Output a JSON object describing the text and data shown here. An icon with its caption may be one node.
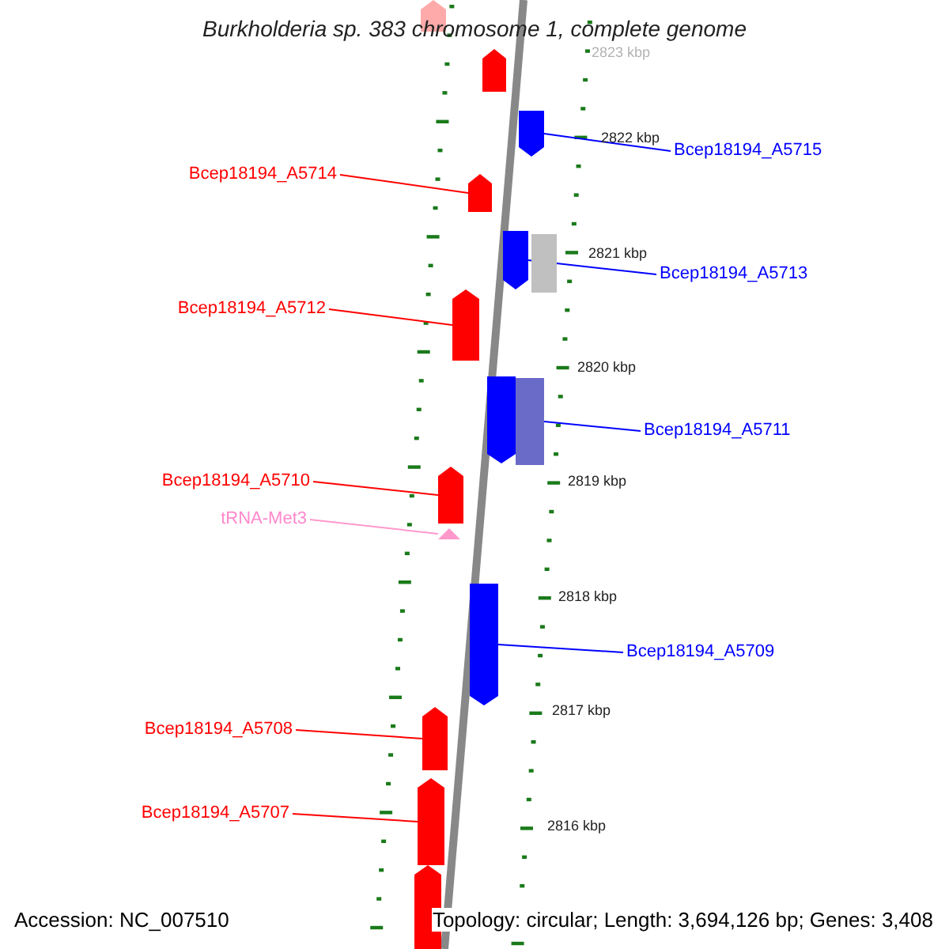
{
  "diagram": {
    "title": "Burkholderia sp. 383 chromosome 1, complete genome",
    "nodes": [
      {
        "text": [],
        "shape": "pentagon"
      },
      {
        "text": [],
        "shape": "pentagon"
      },
      {
        "text": [],
        "shape": "pentagon"
      },
      {
        "text": [],
        "shape": "pentagon"
      },
      {
        "text": [],
        "shape": "pentagon"
      },
      {
        "text": [],
        "shape": "box"
      },
      {
        "text": [],
        "shape": "pentagon"
      },
      {
        "text": [],
        "shape": "pentagon"
      },
      {
        "text": [],
        "shape": "box"
      },
      {
        "text": [],
        "shape": "pentagon"
      },
      {
        "text": [],
        "shape": "triangle"
      },
      {
        "text": [],
        "shape": "pentagon"
      },
      {
        "text": [],
        "shape": "pentagon"
      },
      {
        "text": [],
        "shape": "pentagon"
      },
      {
        "text": [],
        "shape": "pentagon"
      },
      {
        "text": [
          "Bcep18194_A5715"
        ]
      },
      {
        "text": [
          "Bcep18194_A5714"
        ]
      },
      {
        "text": [
          "Bcep18194_A5713"
        ]
      },
      {
        "text": [
          "Bcep18194_A5712"
        ]
      },
      {
        "text": [
          "Bcep18194_A5711"
        ]
      },
      {
        "text": [
          "Bcep18194_A5710"
        ]
      },
      {
        "text": [
          "tRNA-Met3"
        ]
      },
      {
        "text": [
          "Bcep18194_A5709"
        ]
      },
      {
        "text": [
          "Bcep18194_A5708"
        ]
      },
      {
        "text": [
          "Bcep18194_A5707"
        ]
      }
    ],
    "edges": [
      {
        "from": 15,
        "to": 2,
        "arrow": "none",
        "color": "#0000ff"
      },
      {
        "from": 16,
        "to": 3,
        "arrow": "none"
      },
      {
        "from": 17,
        "to": 4,
        "arrow": "none",
        "color": "#0000ff"
      },
      {
        "from": 18,
        "to": 6,
        "arrow": "none"
      },
      {
        "from": 19,
        "to": 8,
        "arrow": "none",
        "color": "#0000ff"
      },
      {
        "from": 20,
        "to": 9,
        "arrow": "none"
      },
      {
        "from": 21,
        "to": 10,
        "arrow": "none",
        "color": "#ff99cc"
      },
      {
        "from": 22,
        "to": 11,
        "arrow": "none",
        "color": "#0000ff"
      },
      {
        "from": 23,
        "to": 12,
        "arrow": "none"
      },
      {
        "from": 24,
        "to": 13,
        "arrow": "none"
      }
    ],
    "labels": [
      "2823 kbp",
      "2822 kbp",
      "2821 kbp",
      "2820 kbp",
      "2819 kbp",
      "2818 kbp",
      "2817 kbp",
      "2816 kbp",
      "Accession: NC_007510",
      "Topology: circular; Length: 3,694,126 bp; Genes: 3,408"
    ]
  }
}
